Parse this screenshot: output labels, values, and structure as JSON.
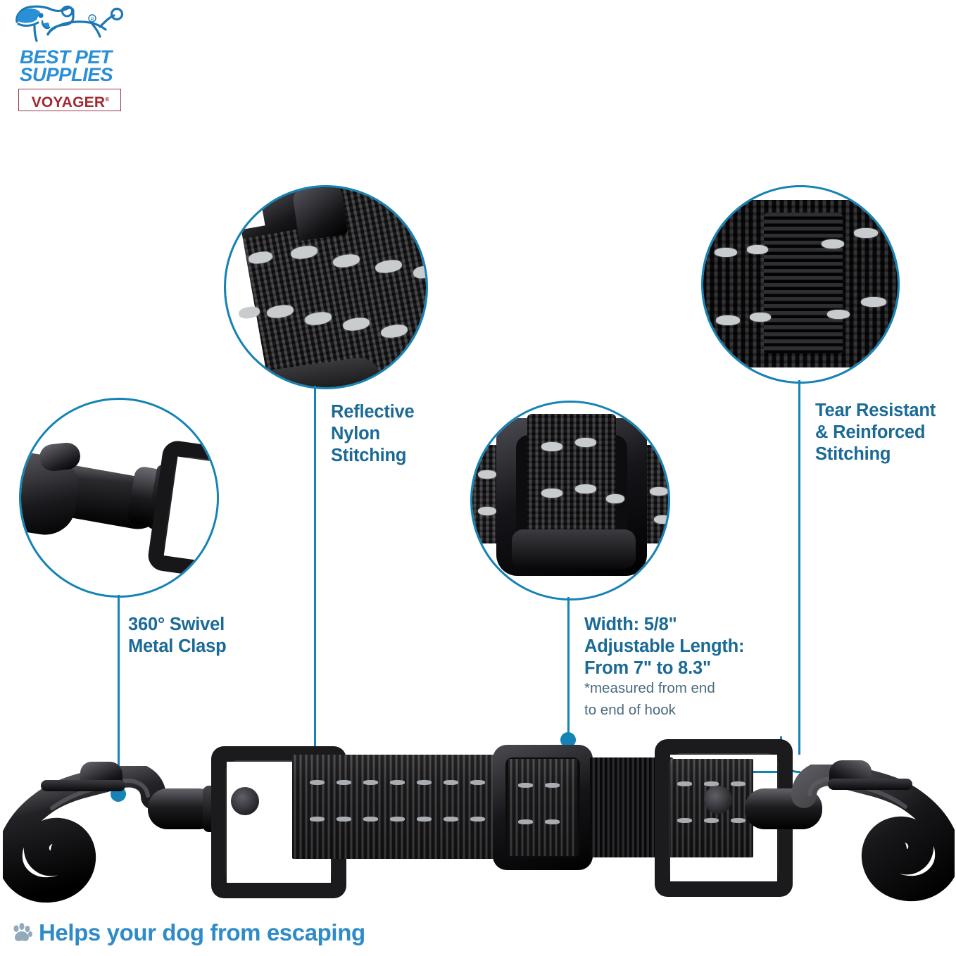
{
  "brand": {
    "logo_icon": "dog-logo-icon",
    "name_line1": "BEST PET",
    "name_line2": "SUPPLIES",
    "sub_brand": "VOYAGER",
    "registered_mark": "®",
    "primary_blue": "#2B8FD6",
    "sub_brand_red": "#A02A33"
  },
  "theme": {
    "accent_blue": "#1583B5",
    "label_blue": "#1B6A96",
    "sublabel_blue": "#4A6B80",
    "footer_blue": "#2F8BC7",
    "background": "#FFFFFF"
  },
  "callouts": [
    {
      "id": "reflective-nylon-stitching",
      "label": "Reflective\nNylon\nStitching",
      "image_alt": "close-up-reflective-nylon-webbing"
    },
    {
      "id": "tear-resistant-reinforced-stitching",
      "label": "Tear Resistant\n& Reinforced\nStitching",
      "image_alt": "close-up-reinforced-box-stitching"
    },
    {
      "id": "swivel-metal-clasp",
      "label": "360° Swivel\nMetal Clasp",
      "image_alt": "close-up-swivel-metal-clasp"
    },
    {
      "id": "width-and-length",
      "label": "Width: 5/8\"\nAdjustable Length:\nFrom 7\" to 8.3\"",
      "note": "*measured from end\nto end of hook",
      "image_alt": "close-up-adjustable-slider-buckle"
    }
  ],
  "product": {
    "alt": "black-dual-dog-leash-coupler-with-swivel-snap-hooks"
  },
  "footer": {
    "icon": "paw-print-icon",
    "text": "Helps your dog from escaping"
  }
}
